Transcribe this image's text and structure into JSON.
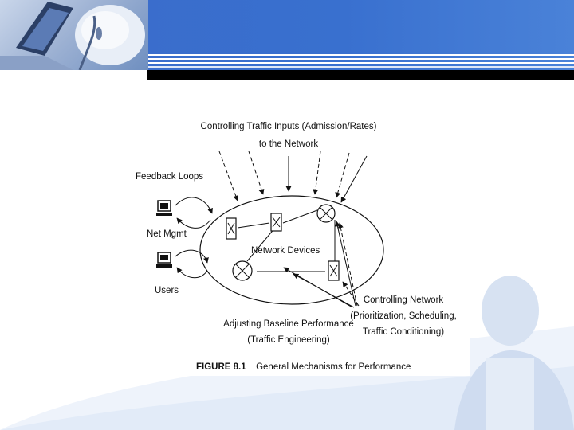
{
  "diagram": {
    "top_label_line1": "Controlling Traffic Inputs (Admission/Rates)",
    "top_label_line2": "to the Network",
    "feedback_label": "Feedback Loops",
    "net_mgmt_label": "Net Mgmt",
    "users_label": "Users",
    "network_devices_label": "Network Devices",
    "controlling_network_line1": "Controlling Network",
    "controlling_network_line2": "(Prioritization, Scheduling,",
    "controlling_network_line3": "Traffic Conditioning)",
    "baseline_line1": "Adjusting Baseline Performance",
    "baseline_line2": "(Traffic Engineering)",
    "caption_bold": "FIGURE 8.1",
    "caption_text": "General Mechanisms for Performance"
  },
  "icons": {
    "banner_photo": "laptop-and-mouse-photo",
    "computer": "computer-icon",
    "router": "router-icon",
    "switch": "switch-icon"
  },
  "colors": {
    "banner_blue": "#3a6bc9",
    "stripe": "#ffffff",
    "bar": "#000000"
  }
}
